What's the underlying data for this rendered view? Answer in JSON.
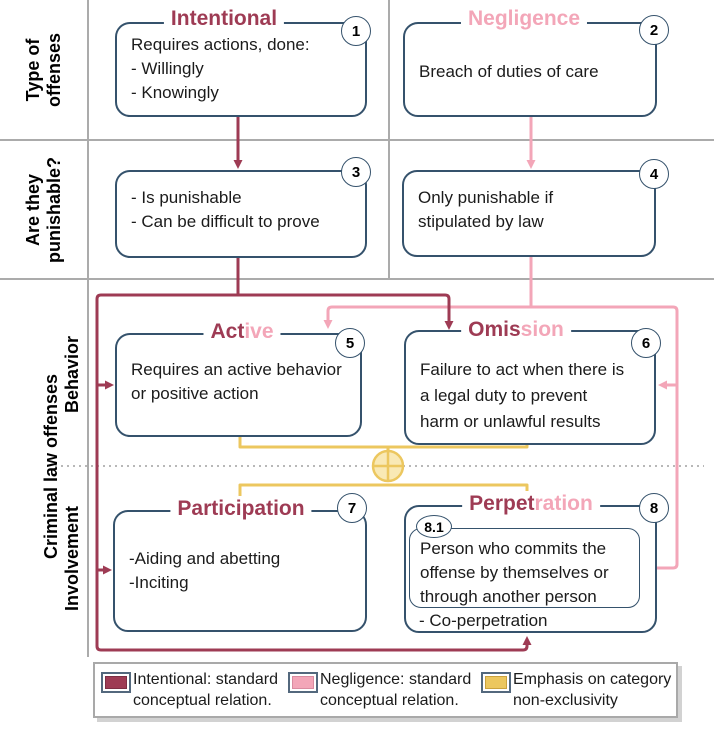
{
  "colors": {
    "intentional": "#9e3b54",
    "negligence": "#f3a6b8",
    "emphasis": "#ecc75f",
    "emphasis_fill": "#f9e9b5",
    "box_border": "#35526c",
    "grid": "#ababab",
    "text": "#1b1b1b"
  },
  "row_labels": {
    "type_of_offenses": {
      "line1": "Type of",
      "line2": "offenses"
    },
    "punishable": {
      "line1": "Are they",
      "line2": "punishable?"
    },
    "criminal": "Criminal law offenses",
    "behavior": "Behavior",
    "involvement": "Involvement"
  },
  "boxes": {
    "b1": {
      "number": "1",
      "title": "Intentional",
      "line1": "Requires actions, done:",
      "line2": "- Willingly",
      "line3": "- Knowingly"
    },
    "b2": {
      "number": "2",
      "title": "Negligence",
      "line1": "Breach of duties of care"
    },
    "b3": {
      "number": "3",
      "line1": "- Is punishable",
      "line2": "- Can be difficult to prove"
    },
    "b4": {
      "number": "4",
      "line1": "Only punishable if",
      "line2": "stipulated by law"
    },
    "b5": {
      "number": "5",
      "title_a": "Act",
      "title_b": "ive",
      "line1": "Requires an active behavior",
      "line2": "or positive action"
    },
    "b6": {
      "number": "6",
      "title_a": "Omis",
      "title_b": "sion",
      "line1": "Failure to act when there is",
      "line2": "a legal duty to prevent",
      "line3": "harm or unlawful results"
    },
    "b7": {
      "number": "7",
      "title": "Participation",
      "line1": "-Aiding and abetting",
      "line2": "-Inciting"
    },
    "b8": {
      "number": "8",
      "title_a": "Perpet",
      "title_b": "ration",
      "inner_number": "8.1",
      "line1": "Person who commits the",
      "line2": "offense by themselves or",
      "line3": "through another person",
      "footer": "- Co-perpetration"
    }
  },
  "legend": {
    "intentional": {
      "line1": "Intentional: standard",
      "line2": "conceptual relation."
    },
    "negligence": {
      "line1": "Negligence: standard",
      "line2": "conceptual relation."
    },
    "emphasis": {
      "line1": "Emphasis on category",
      "line2": "non-exclusivity"
    }
  }
}
